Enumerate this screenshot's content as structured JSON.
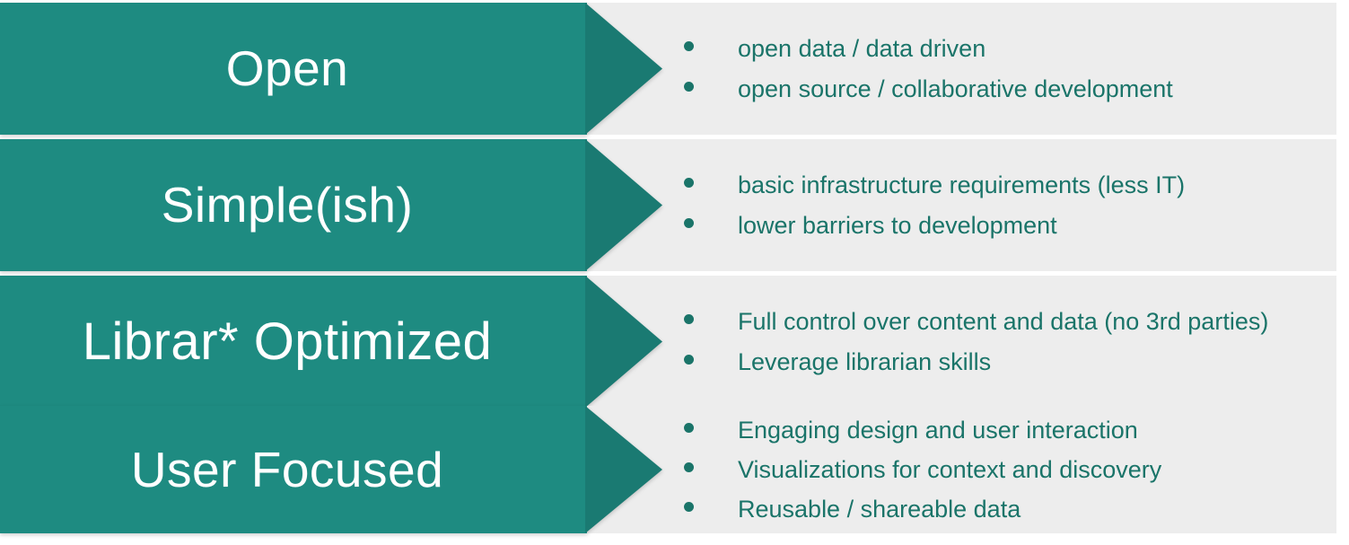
{
  "theme": {
    "banner_color": "#1E8B81",
    "arrow_head_color": "#1A7A72",
    "panel_background": "#EDEDED",
    "bullet_text_color": "#1A7469",
    "banner_label_color": "#FFFFFF",
    "page_background": "#FFFFFF"
  },
  "rows": [
    {
      "label": "Open",
      "bullets": [
        "open data / data driven",
        "open source / collaborative development"
      ]
    },
    {
      "label": "Simple(ish)",
      "bullets": [
        "basic infrastructure requirements (less IT)",
        "lower barriers to development"
      ]
    },
    {
      "label": "Librar* Optimized",
      "bullets": [
        "Full control over content and data (no 3rd parties)",
        "Leverage librarian skills"
      ]
    },
    {
      "label": "User Focused",
      "bullets": [
        "Engaging design and user interaction",
        "Visualizations for context and discovery",
        "Reusable / shareable data"
      ]
    }
  ]
}
